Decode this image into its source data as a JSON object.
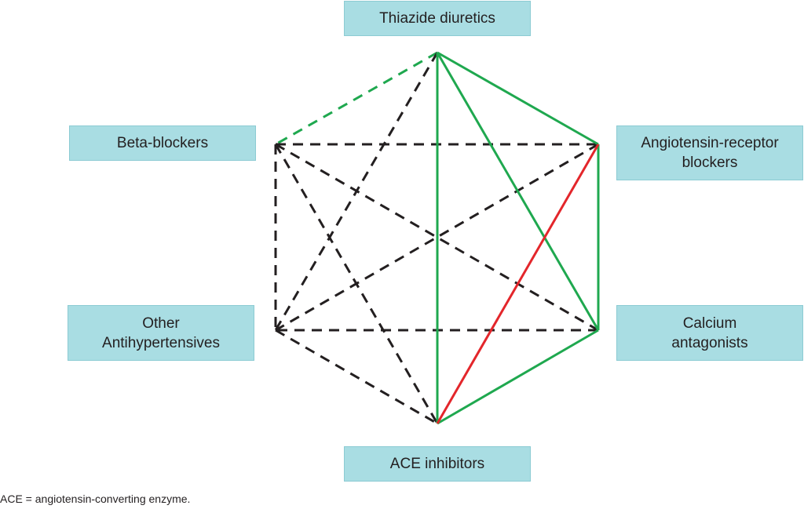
{
  "nodes": {
    "thiazide": "Thiazide diuretics",
    "beta_blockers": "Beta-blockers",
    "arb": "Angiotensin-receptor\nblockers",
    "other": "Other\nAntihypertensives",
    "calcium": "Calcium\nantagonists",
    "ace": "ACE inhibitors"
  },
  "footnote": "ACE = angiotensin-converting enzyme.",
  "colors": {
    "box_fill": "#a9dde3",
    "green": "#1fa84f",
    "red": "#e3262b",
    "black": "#231f20"
  },
  "connections": [
    {
      "from": "thiazide",
      "to": "arb",
      "style": "solid",
      "color": "green"
    },
    {
      "from": "thiazide",
      "to": "calcium",
      "style": "solid",
      "color": "green"
    },
    {
      "from": "thiazide",
      "to": "ace",
      "style": "solid",
      "color": "green"
    },
    {
      "from": "arb",
      "to": "calcium",
      "style": "solid",
      "color": "green"
    },
    {
      "from": "calcium",
      "to": "ace",
      "style": "solid",
      "color": "green"
    },
    {
      "from": "arb",
      "to": "ace",
      "style": "solid",
      "color": "red"
    },
    {
      "from": "thiazide",
      "to": "beta_blockers",
      "style": "dashed",
      "color": "green"
    },
    {
      "from": "beta_blockers",
      "to": "arb",
      "style": "dashed",
      "color": "black"
    },
    {
      "from": "beta_blockers",
      "to": "calcium",
      "style": "dashed",
      "color": "black"
    },
    {
      "from": "beta_blockers",
      "to": "other",
      "style": "dashed",
      "color": "black"
    },
    {
      "from": "beta_blockers",
      "to": "ace",
      "style": "dashed",
      "color": "black"
    },
    {
      "from": "thiazide",
      "to": "other",
      "style": "dashed",
      "color": "black"
    },
    {
      "from": "arb",
      "to": "other",
      "style": "dashed",
      "color": "black"
    },
    {
      "from": "calcium",
      "to": "other",
      "style": "dashed",
      "color": "black"
    },
    {
      "from": "other",
      "to": "ace",
      "style": "dashed",
      "color": "black"
    }
  ]
}
